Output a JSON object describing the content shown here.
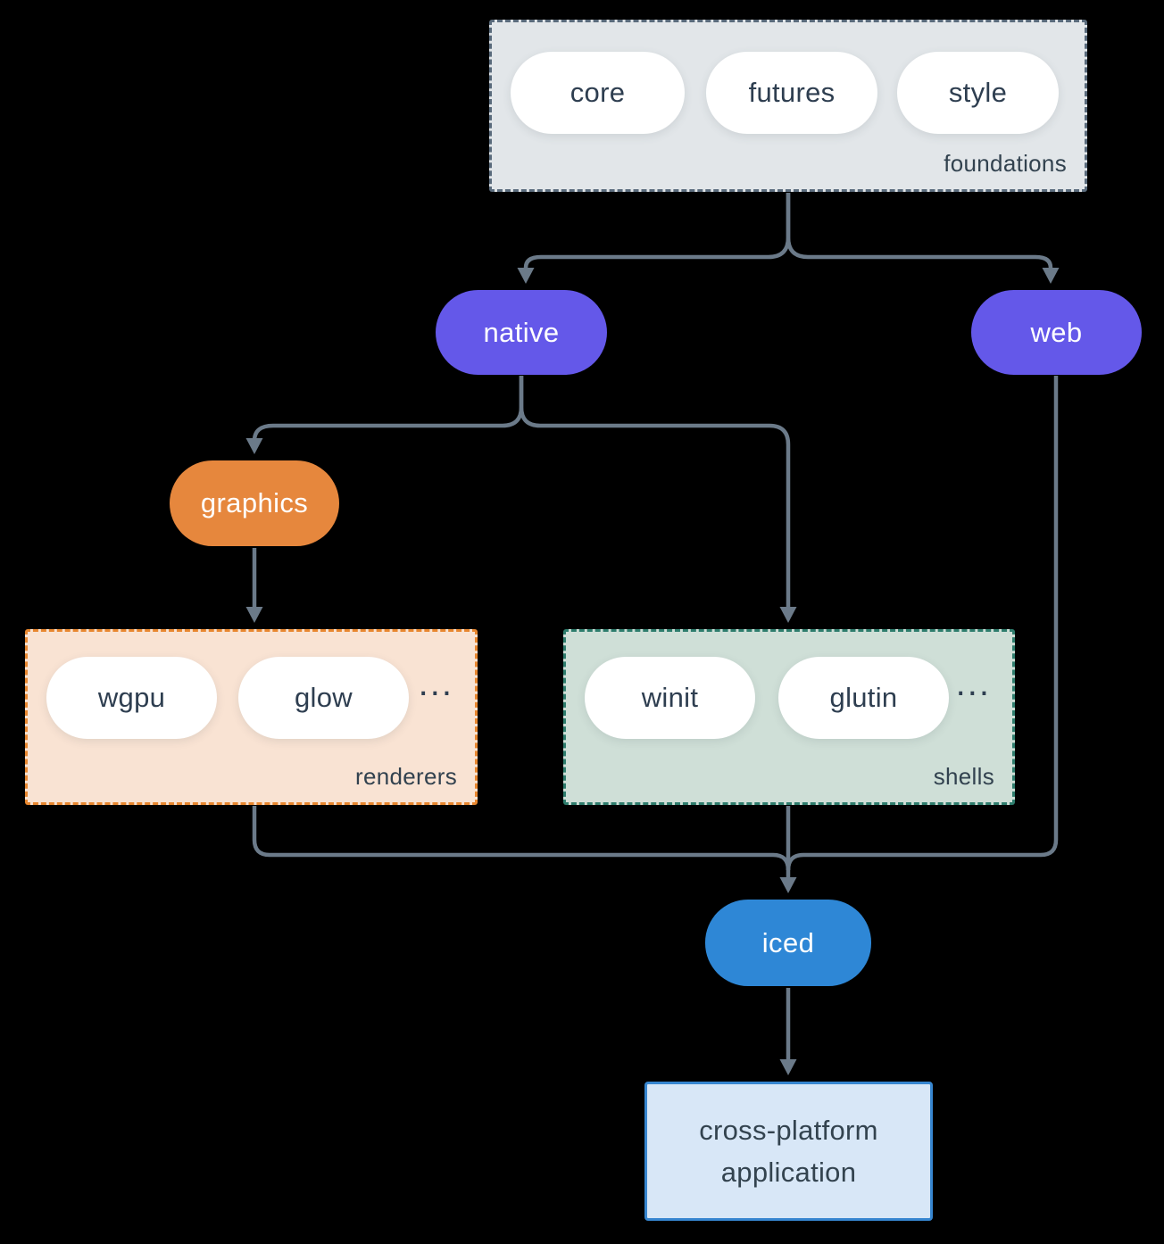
{
  "background": "#000000",
  "colors": {
    "arrow": "#6b7a89",
    "text_dark": "#32424f",
    "text_light": "#ffffff",
    "purple_pill": "#6458e9",
    "orange_pill": "#e6873d",
    "blue_pill": "#2e87d6",
    "foundations_fill": "#e2e6e9",
    "foundations_border": "#5a6b7c",
    "renderers_fill": "#f9e3d3",
    "renderers_border": "#e8872f",
    "shells_fill": "#cfdfd7",
    "shells_border": "#2e7d6d",
    "application_fill": "#d8e7f7",
    "application_border": "#3786d0"
  },
  "groups": {
    "foundations": {
      "label": "foundations",
      "pills": [
        "core",
        "futures",
        "style"
      ]
    },
    "renderers": {
      "label": "renderers",
      "pills": [
        "wgpu",
        "glow"
      ],
      "ellipsis": "..."
    },
    "shells": {
      "label": "shells",
      "pills": [
        "winit",
        "glutin"
      ],
      "ellipsis": "..."
    }
  },
  "nodes": {
    "native": "native",
    "web": "web",
    "graphics": "graphics",
    "iced": "iced"
  },
  "application": {
    "line1": "cross-platform",
    "line2": "application"
  },
  "edges": [
    {
      "from": "foundations",
      "to": "native"
    },
    {
      "from": "foundations",
      "to": "web"
    },
    {
      "from": "native",
      "to": "graphics"
    },
    {
      "from": "native",
      "to": "shells"
    },
    {
      "from": "graphics",
      "to": "renderers"
    },
    {
      "from": "renderers",
      "to": "iced"
    },
    {
      "from": "shells",
      "to": "iced"
    },
    {
      "from": "web",
      "to": "iced"
    },
    {
      "from": "iced",
      "to": "application"
    }
  ]
}
